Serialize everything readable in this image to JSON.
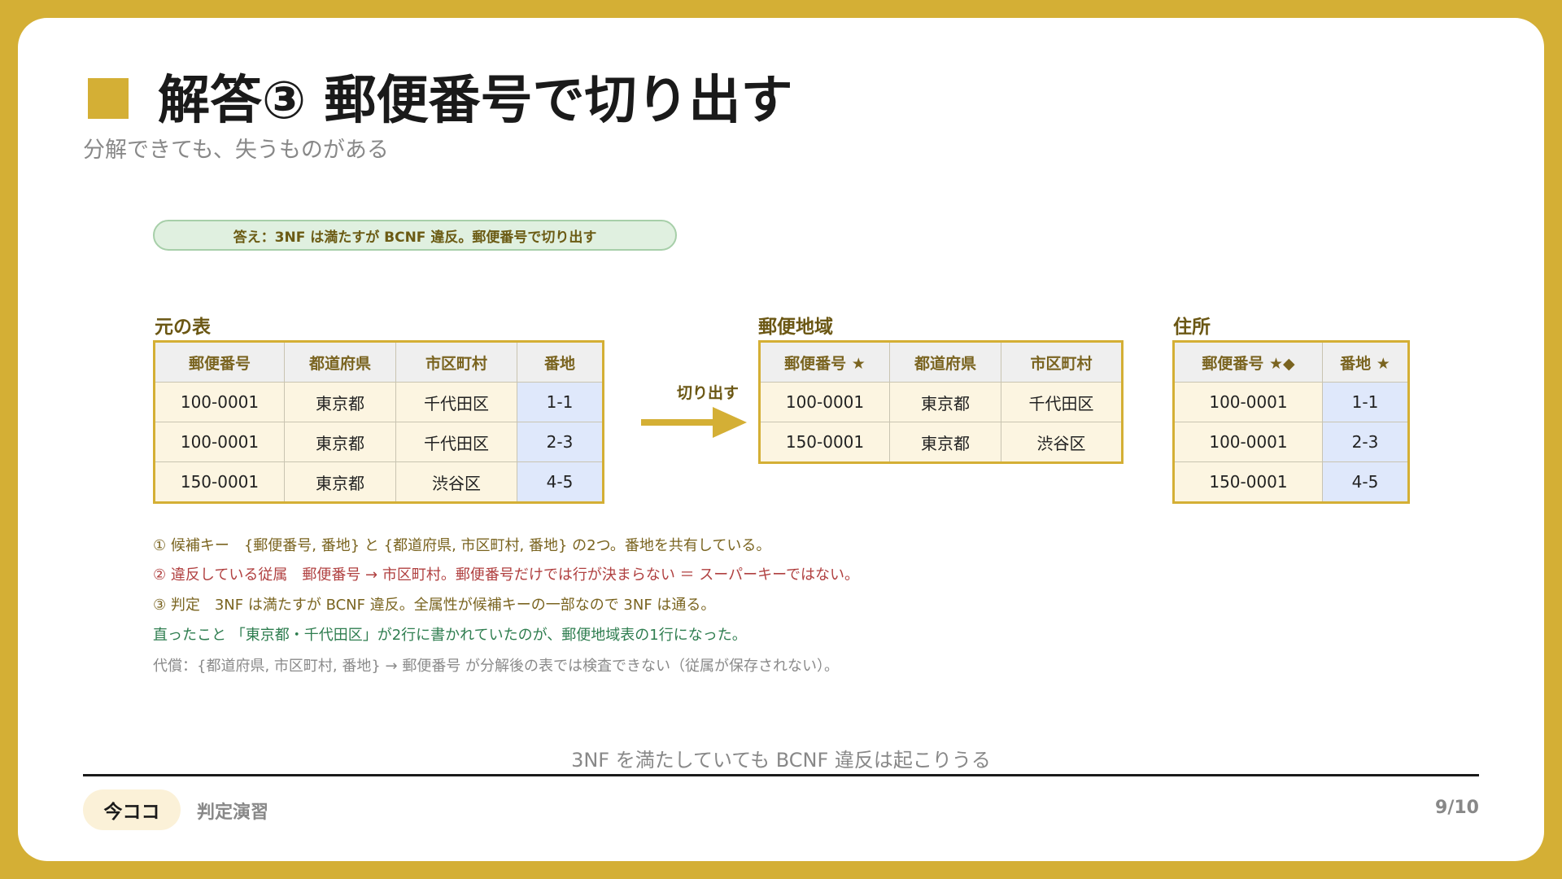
{
  "slide": {
    "title": "解答③ 郵便番号で切り出す",
    "subtitle": "分解できても、失うものがある",
    "answer": "答え：3NF は満たすが BCNF 違反。郵便番号で切り出す",
    "arrow_label": "切り出す",
    "summary": "3NF を満たしていても BCNF 違反は起こりうる"
  },
  "tables": {
    "original": {
      "label": "元の表",
      "headers": [
        "郵便番号",
        "都道府県",
        "市区町村",
        "番地"
      ],
      "rows": [
        [
          "100-0001",
          "東京都",
          "千代田区",
          "1-1"
        ],
        [
          "100-0001",
          "東京都",
          "千代田区",
          "2-3"
        ],
        [
          "150-0001",
          "東京都",
          "渋谷区",
          "4-5"
        ]
      ]
    },
    "postal_region": {
      "label": "郵便地域",
      "headers": [
        "郵便番号 ★",
        "都道府県",
        "市区町村"
      ],
      "rows": [
        [
          "100-0001",
          "東京都",
          "千代田区"
        ],
        [
          "150-0001",
          "東京都",
          "渋谷区"
        ]
      ]
    },
    "address": {
      "label": "住所",
      "headers": [
        "郵便番号 ★◆",
        "番地 ★"
      ],
      "rows": [
        [
          "100-0001",
          "1-1"
        ],
        [
          "100-0001",
          "2-3"
        ],
        [
          "150-0001",
          "4-5"
        ]
      ]
    }
  },
  "notes": [
    "① 候補キー　{郵便番号, 番地} と {都道府県, 市区町村, 番地} の2つ。番地を共有している。",
    "② 違反している従属　郵便番号 → 市区町村。郵便番号だけでは行が決まらない ＝ スーパーキーではない。",
    "③ 判定　3NF は満たすが BCNF 違反。全属性が候補キーの一部なので 3NF は通る。",
    "直ったこと 「東京都・千代田区」が2行に書かれていたのが、郵便地域表の1行になった。",
    "代償：{都道府県, 市区町村, 番地} → 郵便番号 が分解後の表では検査できない（従属が保存されない）。"
  ],
  "footer": {
    "here_label": "今ココ",
    "section": "判定演習",
    "page": "9/10"
  },
  "colors": {
    "accent": "#d4af35",
    "frame": "#d4af35",
    "violation_text": "#b04040",
    "fix_text": "#2e7d4f",
    "key_cell_highlight": "#dfe8fb",
    "data_cell": "#fcf5e1"
  }
}
